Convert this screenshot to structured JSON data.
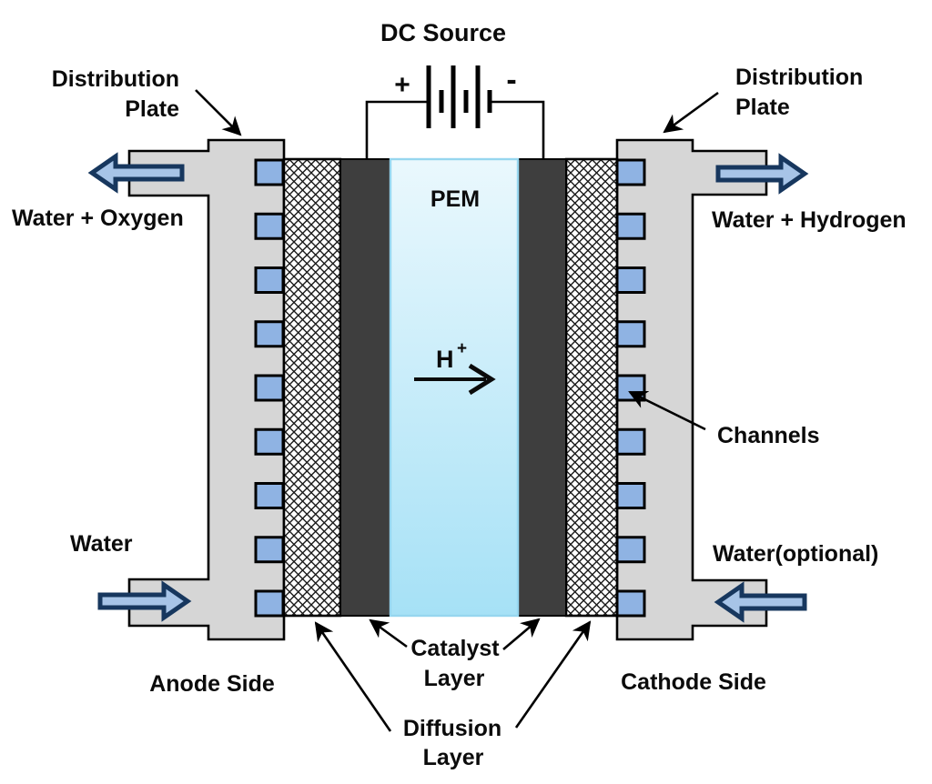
{
  "title": "DC Source",
  "battery": {
    "plus": "+",
    "minus": "-"
  },
  "left_side": {
    "distribution_plate": [
      "Distribution",
      "Plate"
    ],
    "outlet": "Water + Oxygen",
    "inlet": "Water",
    "side": "Anode Side"
  },
  "right_side": {
    "distribution_plate": [
      "Distribution",
      "Plate"
    ],
    "outlet": "Water + Hydrogen",
    "inlet": "Water(optional)",
    "side": "Cathode Side",
    "channels": "Channels"
  },
  "membrane": {
    "name": "PEM",
    "ion": "H",
    "ion_charge": "+"
  },
  "annotations": {
    "catalyst": [
      "Catalyst",
      "Layer"
    ],
    "diffusion": [
      "Diffusion",
      "Layer"
    ]
  },
  "structure": {
    "channels_per_side": 9
  },
  "colors": {
    "plate": "#d6d6d6",
    "channel": "#8fb3e3",
    "catalyst": "#3e3e3e",
    "pem_top": "#eaf8fd",
    "pem_bottom": "#a6e1f6",
    "pem_border": "#96d6ef",
    "flow_arrow_fill": "#a7c4e7",
    "flow_arrow_stroke": "#17375e",
    "outline": "#000000"
  }
}
